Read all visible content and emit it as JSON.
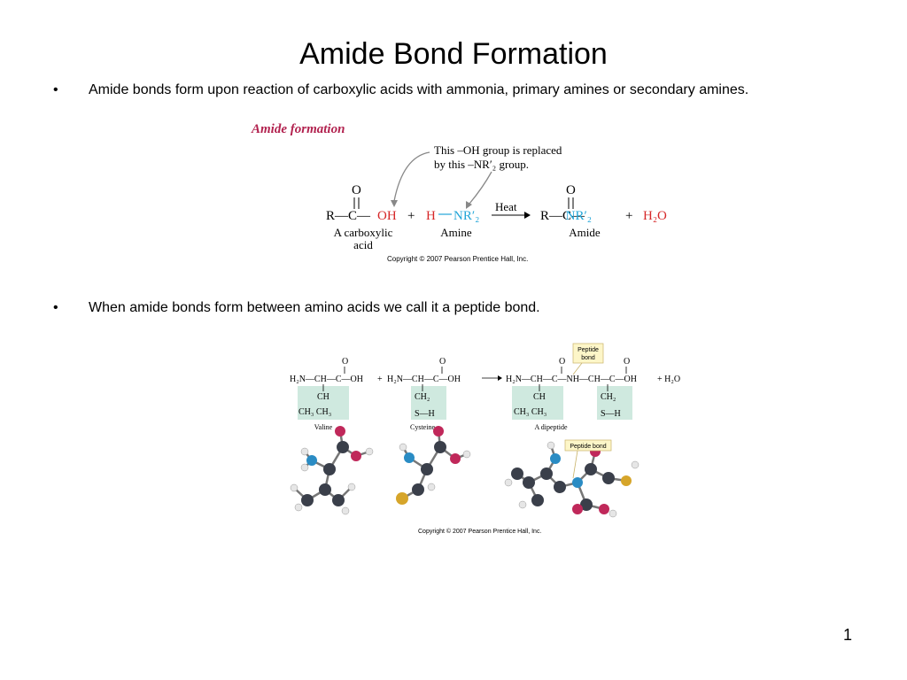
{
  "slide": {
    "title": "Amide Bond Formation",
    "page_number": "1",
    "bullet_char": "•"
  },
  "bullets": [
    "Amide bonds form upon reaction of carboxylic acids with ammonia, primary amines or secondary amines.",
    "When amide bonds form between amino acids we call it a peptide bond."
  ],
  "fig1": {
    "heading": "Amide formation",
    "callout_line1": "This –OH group is replaced",
    "callout_line2": "by this –NR′₂ group.",
    "o_atom": "O",
    "r_c": "R—C—",
    "oh": "OH",
    "plus": "+",
    "h": "H",
    "nr2": "NR′₂",
    "arrow_label": "Heat",
    "h2o": "H₂O",
    "label_acid_1": "A carboxylic",
    "label_acid_2": "acid",
    "label_amine": "Amine",
    "label_amide": "Amide",
    "copyright": "Copyright © 2007 Pearson Prentice Hall, Inc.",
    "colors": {
      "heading": "#b2224f",
      "oh": "#d62728",
      "amine": "#21a5d8",
      "arrow": "#888888"
    }
  },
  "fig2": {
    "valine_eq": "H₂N—CH—C—OH",
    "plus1": "+",
    "cysteine_eq": "H₂N—CH—C—OH",
    "dipeptide_eq": "H₂N—CH—C—NH—CH—C—OH",
    "plus_water": "+ H₂O",
    "o": "O",
    "ch": "CH",
    "ch3_ch3": "CH₃   CH₃",
    "ch2": "CH₂",
    "sh": "S—H",
    "peptide_bond_box_1": "Peptide",
    "peptide_bond_box_2": "bond",
    "label_valine": "Valine",
    "label_cysteine": "Cysteine",
    "label_dipeptide": "A dipeptide",
    "peptide_bond_label": "Peptide bond",
    "copyright": "Copyright © 2007 Pearson Prentice Hall, Inc.",
    "colors": {
      "side_chain_bg": "#cfe9df",
      "callout_bg": "#fdf6c8",
      "carbon": "#3a3f4a",
      "oxygen": "#c0285a",
      "nitrogen": "#2a8cc4",
      "sulfur": "#d6a52a",
      "hydrogen": "#e6e6e6"
    }
  }
}
